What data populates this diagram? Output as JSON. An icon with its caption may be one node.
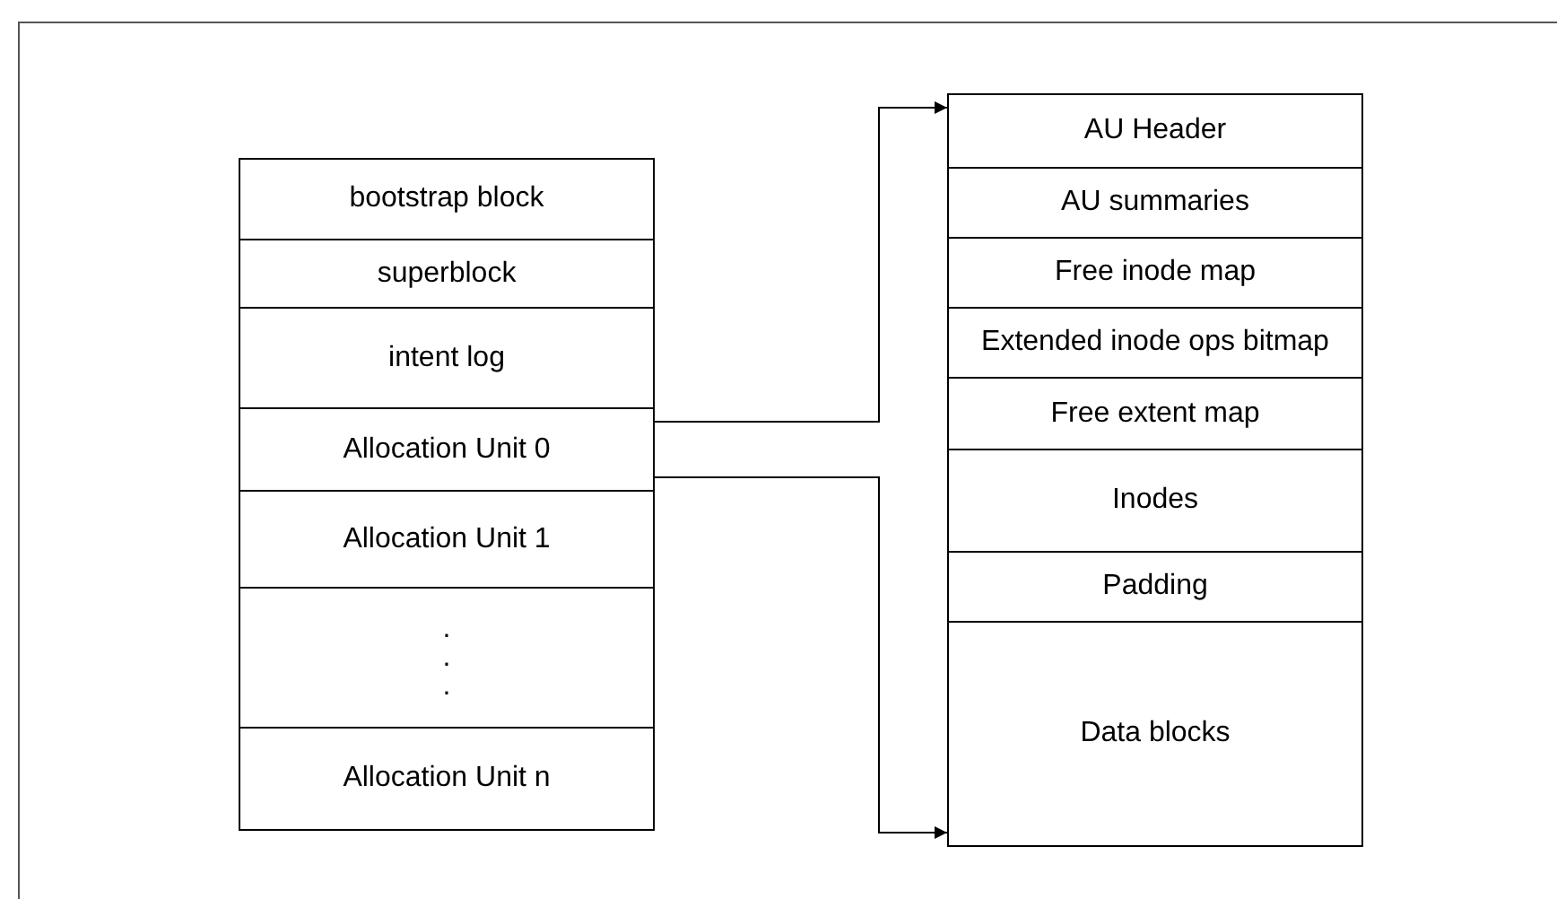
{
  "diagram": {
    "nodes": [
      {
        "text": [
          "bootstrap block"
        ]
      },
      {
        "text": [
          "superblock"
        ]
      },
      {
        "text": [
          "intent log"
        ]
      },
      {
        "text": [
          "Allocation Unit 0"
        ]
      },
      {
        "text": [
          "Allocation Unit 1"
        ]
      },
      {
        "text": [
          ". . ."
        ]
      },
      {
        "text": [
          "Allocation Unit n"
        ]
      },
      {
        "text": [],
        "shape": "box"
      },
      {
        "text": [
          "AU Header"
        ],
        "in": 7
      },
      {
        "text": [
          "AU summaries"
        ],
        "in": 7
      },
      {
        "text": [
          "Free inode map"
        ],
        "in": 7
      },
      {
        "text": [
          "Extended inode ops bitmap"
        ],
        "in": 7
      },
      {
        "text": [
          "Free extent map"
        ],
        "in": 7
      },
      {
        "text": [
          "Inodes"
        ],
        "in": 7
      },
      {
        "text": [
          "Padding"
        ],
        "in": 7
      },
      {
        "text": [
          "Data blocks"
        ],
        "in": 7
      }
    ],
    "edges": [
      {
        "from": 3,
        "to": 7,
        "arrow": "to"
      },
      {
        "from": 3,
        "to": 7,
        "arrow": "to"
      }
    ]
  }
}
